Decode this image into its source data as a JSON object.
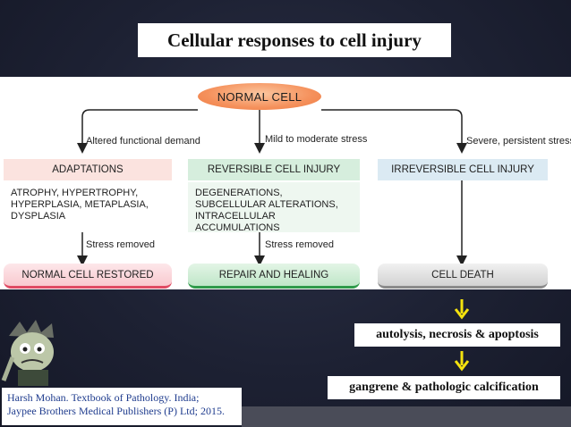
{
  "slide": {
    "title": "Cellular responses to cell injury"
  },
  "diagram": {
    "root": "NORMAL CELL",
    "branch_labels": [
      "Altered functional demand",
      "Mild to moderate stress",
      "Severe, persistent stress"
    ],
    "columns": [
      {
        "header": "ADAPTATIONS",
        "lines": [
          "ATROPHY, HYPERTROPHY,",
          "HYPERPLASIA, METAPLASIA,",
          "DYSPLASIA"
        ],
        "transition": "Stress removed",
        "outcome": "NORMAL CELL RESTORED"
      },
      {
        "header": "REVERSIBLE CELL INJURY",
        "lines": [
          "DEGENERATIONS,",
          "SUBCELLULAR ALTERATIONS,",
          "INTRACELLULAR ACCUMULATIONS"
        ],
        "transition": "Stress removed",
        "outcome": "REPAIR AND HEALING"
      },
      {
        "header": "IRREVERSIBLE CELL INJURY",
        "lines": [],
        "transition": "",
        "outcome": "CELL DEATH"
      }
    ]
  },
  "results": {
    "first": "autolysis, necrosis & apoptosis",
    "second": "gangrene & pathologic calcification"
  },
  "citation": {
    "line1": "Harsh Mohan. Textbook of Pathology. India;",
    "line2": "Jaypee Brothers Medical Publishers (P) Ltd; 2015."
  },
  "colors": {
    "adaptations": "#fbe3df",
    "reversible": "#d6eedd",
    "irreversible": "#dbeaf3",
    "arrow_yellow": "#f4e20e",
    "citation_text": "#1f3c8e"
  }
}
